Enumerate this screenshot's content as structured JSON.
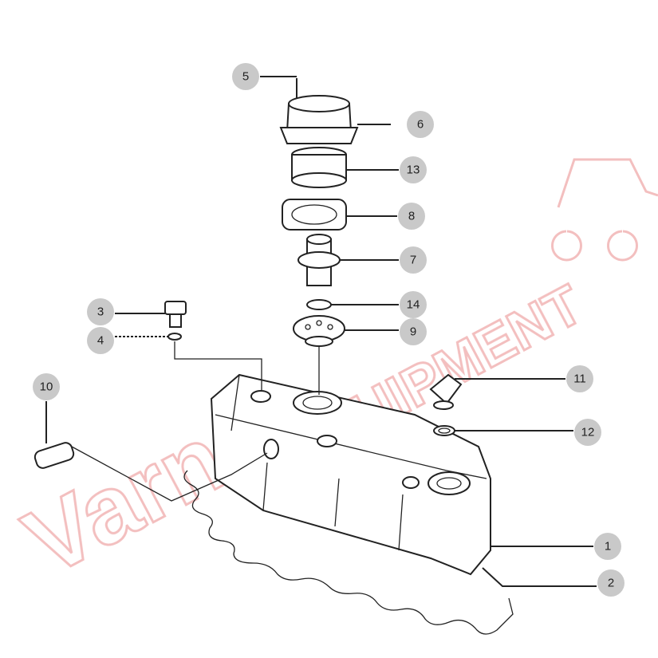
{
  "diagram": {
    "title": "Valve cover assembly exploded view",
    "watermark": "Varner EQUIPMENT",
    "callouts": [
      {
        "id": "1",
        "label": "1"
      },
      {
        "id": "2",
        "label": "2"
      },
      {
        "id": "3",
        "label": "3"
      },
      {
        "id": "4",
        "label": "4"
      },
      {
        "id": "5",
        "label": "5"
      },
      {
        "id": "6",
        "label": "6"
      },
      {
        "id": "7",
        "label": "7"
      },
      {
        "id": "8",
        "label": "8"
      },
      {
        "id": "9",
        "label": "9"
      },
      {
        "id": "10",
        "label": "10"
      },
      {
        "id": "11",
        "label": "11"
      },
      {
        "id": "12",
        "label": "12"
      },
      {
        "id": "13",
        "label": "13"
      },
      {
        "id": "14",
        "label": "14"
      }
    ],
    "colors": {
      "callout_fill": "#c9c9c9",
      "line": "#222222",
      "watermark": "#f2b8b8"
    }
  }
}
